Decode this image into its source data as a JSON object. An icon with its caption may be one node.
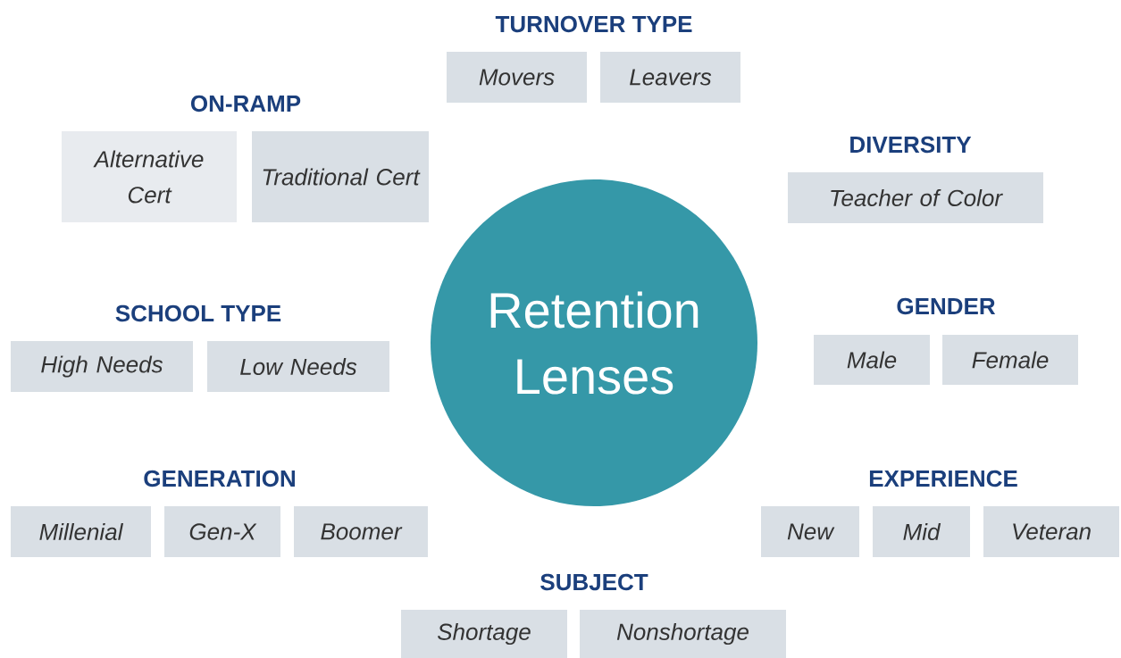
{
  "diagram": {
    "nodes": [
      {
        "text": [
          "Movers"
        ]
      },
      {
        "text": [
          "Leavers"
        ]
      },
      {
        "text": [
          "Alternative Cert"
        ]
      },
      {
        "text": [
          "Traditional Cert"
        ]
      },
      {
        "text": [
          "Teacher of Color"
        ]
      },
      {
        "text": [
          "Retention Lenses"
        ]
      },
      {
        "text": [
          "Male"
        ]
      },
      {
        "text": [
          "Female"
        ]
      },
      {
        "text": [
          "High Needs"
        ]
      },
      {
        "text": [
          "Low Needs"
        ]
      },
      {
        "text": [
          "Millenial"
        ]
      },
      {
        "text": [
          "Gen-X"
        ]
      },
      {
        "text": [
          "Boomer"
        ]
      },
      {
        "text": [
          "New"
        ]
      },
      {
        "text": [
          "Mid"
        ]
      },
      {
        "text": [
          "Veteran"
        ]
      },
      {
        "text": [
          "Shortage"
        ]
      },
      {
        "text": [
          "Nonshortage"
        ]
      }
    ],
    "labels": [
      "TURNOVER TYPE",
      "ON-RAMP",
      "DIVERSITY",
      "GENDER",
      "SCHOOL TYPE",
      "GENERATION",
      "EXPERIENCE",
      "SUBJECT"
    ]
  }
}
